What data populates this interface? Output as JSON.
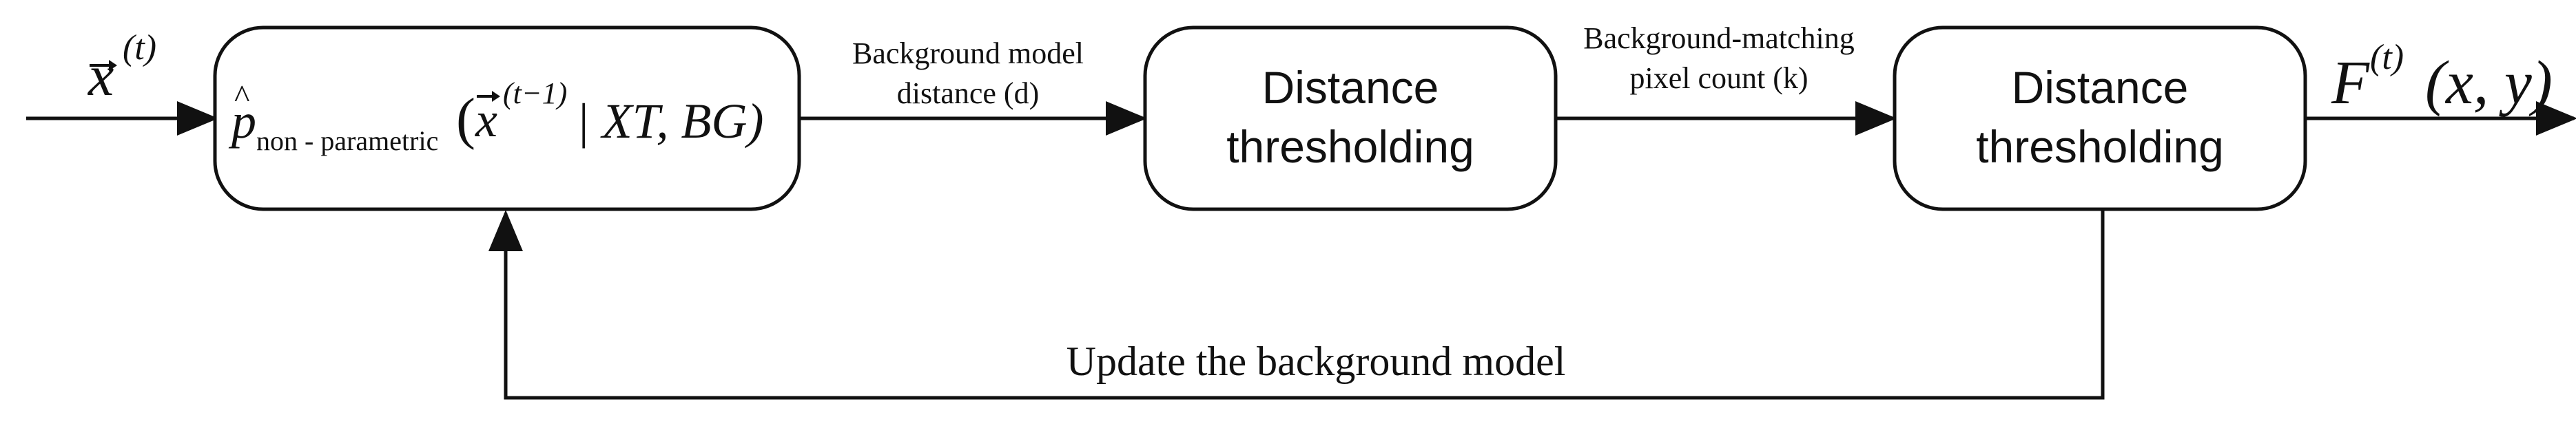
{
  "input": {
    "symbol": "x",
    "superscript": "(t)"
  },
  "model_block": {
    "p": "p",
    "hat": "^",
    "subscript": "non - parametric",
    "open_paren": "(",
    "x": "x",
    "x_superscript": "(t−1)",
    "condition": " | XT, BG)"
  },
  "edge_1": {
    "line_1": "Background model",
    "line_2": "distance (d)"
  },
  "threshold_block_1": {
    "line_1": "Distance",
    "line_2": "thresholding"
  },
  "edge_2": {
    "line_1": "Background-matching",
    "line_2": "pixel count (k)"
  },
  "threshold_block_2": {
    "line_1": "Distance",
    "line_2": "thresholding"
  },
  "output": {
    "symbol": "F",
    "superscript": "(t)",
    "args": "(x, y)"
  },
  "feedback_label": "Update the background model"
}
